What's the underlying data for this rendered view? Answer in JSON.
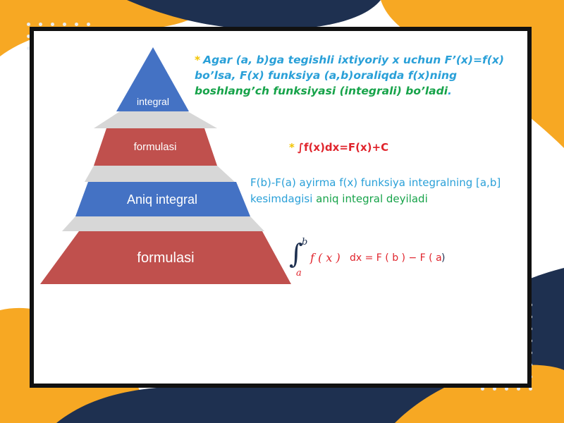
{
  "pyramid": {
    "tiers": [
      {
        "label": "integral",
        "color": "#4472c4"
      },
      {
        "label": "formulasi",
        "color": "#c0504d"
      },
      {
        "label": "Aniq integral",
        "color": "#4472c4"
      },
      {
        "label": "formulasi",
        "color": "#c0504d"
      }
    ]
  },
  "definition": {
    "bullet": "*",
    "part1": "Agar (a, b)ga tegishli ixtiyoriy x uchun F’(x)=f(x) bo’lsa,",
    "part2": "F(x) funksiya (a,b)oraliqda f(x)ning",
    "part3": "boshlang’ch funksiyasi (integrali) bo’ladi",
    "part4": ".",
    "color_primary": "#2aa0d8",
    "color_secondary": "#17a34a"
  },
  "indefinite_formula": {
    "bullet": "*",
    "text": "∫f(x)dx=F(x)+C",
    "color": "#e0242c"
  },
  "definite_definition": {
    "part1": "F(b)-F(a) ayirma f(x) funksiya integralning [a,b] kesimdagisi",
    "part2": "aniq integral deyiladi"
  },
  "definite_formula": {
    "upper": "b",
    "lower": "a",
    "integrand": "f ( x )",
    "rest": "dx = F ( b ) − F ( a",
    "close": ")"
  },
  "colors": {
    "accent_orange": "#f7a823",
    "accent_navy": "#1e3050",
    "frame": "#111111",
    "red": "#e0242c"
  }
}
